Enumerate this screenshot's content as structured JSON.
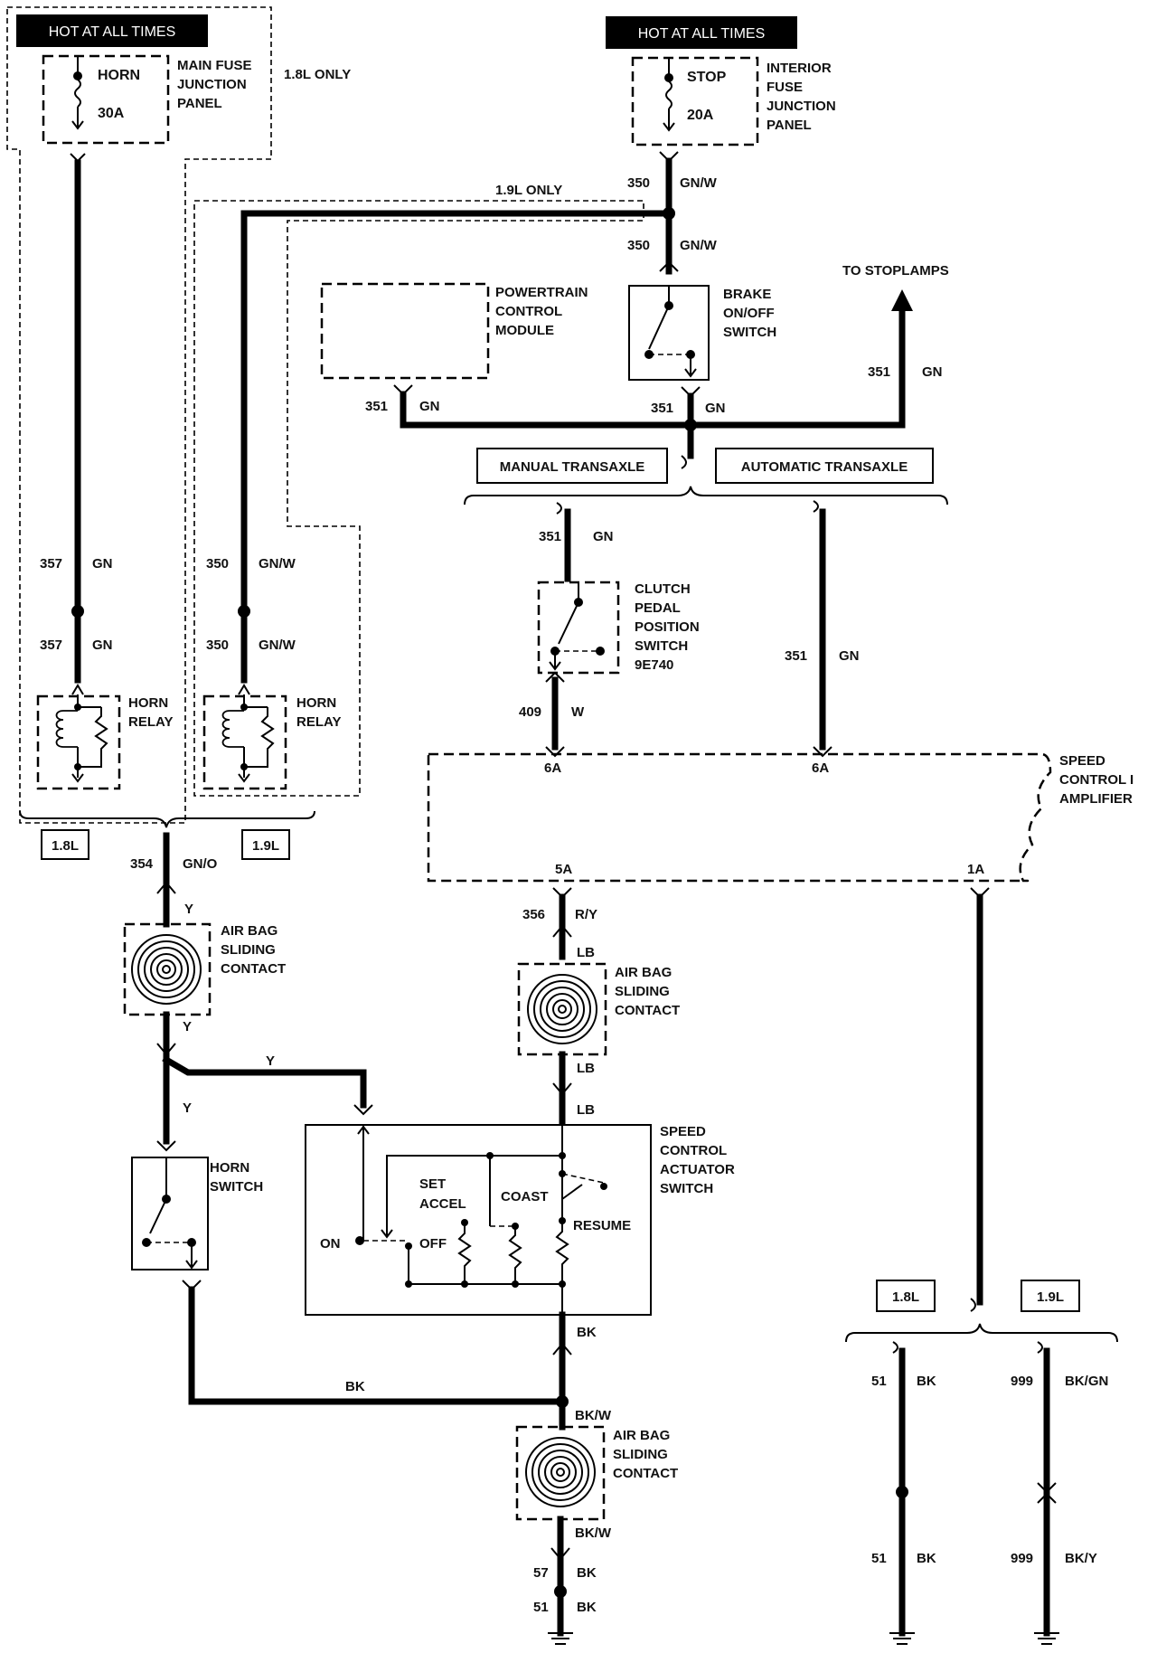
{
  "hot_tags": [
    "HOT AT ALL TIMES",
    "HOT AT ALL TIMES"
  ],
  "fuses": {
    "horn": {
      "name": "HORN",
      "rating": "30A",
      "panel": [
        "MAIN FUSE",
        "JUNCTION",
        "PANEL"
      ],
      "note": "1.8L ONLY"
    },
    "stop": {
      "name": "STOP",
      "rating": "20A",
      "panel": [
        "INTERIOR",
        "FUSE",
        "JUNCTION",
        "PANEL"
      ]
    }
  },
  "components": {
    "pcm": [
      "POWERTRAIN",
      "CONTROL",
      "MODULE"
    ],
    "brake_switch": [
      "BRAKE",
      "ON/OFF",
      "SWITCH"
    ],
    "to_stoplamps": "TO STOPLAMPS",
    "clutch_switch": [
      "CLUTCH",
      "PEDAL",
      "POSITION",
      "SWITCH",
      "9E740"
    ],
    "horn_relay": [
      "HORN",
      "RELAY"
    ],
    "speed_amp": [
      "SPEED",
      "CONTROL I",
      "AMPLIFIER"
    ],
    "air_bag": [
      "AIR BAG",
      "SLIDING",
      "CONTACT"
    ],
    "horn_switch": [
      "HORN",
      "SWITCH"
    ],
    "actuator": [
      "SPEED",
      "CONTROL",
      "ACTUATOR",
      "SWITCH"
    ],
    "actuator_labels": {
      "set": "SET",
      "accel": "ACCEL",
      "coast": "COAST",
      "resume": "RESUME",
      "on": "ON",
      "off": "OFF"
    }
  },
  "tags": {
    "manual": "MANUAL TRANSAXLE",
    "automatic": "AUTOMATIC TRANSAXLE",
    "l18": "1.8L",
    "l19": "1.9L",
    "only19": "1.9L ONLY"
  },
  "pins": {
    "p6a": "6A",
    "p5a": "5A",
    "p1a": "1A"
  },
  "wires": {
    "w350_top": [
      "350",
      "GN/W"
    ],
    "w350_mid": [
      "350",
      "GN/W"
    ],
    "w351_pcm": [
      "351",
      "GN"
    ],
    "w351_brake": [
      "351",
      "GN"
    ],
    "w351_stop": [
      "351",
      "GN"
    ],
    "w351_clutch": [
      "351",
      "GN"
    ],
    "w351_auto": [
      "351",
      "GN"
    ],
    "w409": [
      "409",
      "W"
    ],
    "w357_a": [
      "357",
      "GN"
    ],
    "w357_b": [
      "357",
      "GN"
    ],
    "w350_r_a": [
      "350",
      "GN/W"
    ],
    "w350_r_b": [
      "350",
      "GN/W"
    ],
    "w354": [
      "354",
      "GN/O"
    ],
    "y1": "Y",
    "y2": "Y",
    "y3": "Y",
    "y4": "Y",
    "w356": [
      "356",
      "R/Y"
    ],
    "lb1": "LB",
    "lb2": "LB",
    "lb3": "LB",
    "bk1": "BK",
    "bk2": "BK",
    "bkw1": "BK/W",
    "bkw2": "BK/W",
    "w57": [
      "57",
      "BK"
    ],
    "w51_bot": [
      "51",
      "BK"
    ],
    "w51_a": [
      "51",
      "BK"
    ],
    "w51_b": [
      "51",
      "BK"
    ],
    "w999_a": [
      "999",
      "BK/GN"
    ],
    "w999_b": [
      "999",
      "BK/Y"
    ]
  }
}
